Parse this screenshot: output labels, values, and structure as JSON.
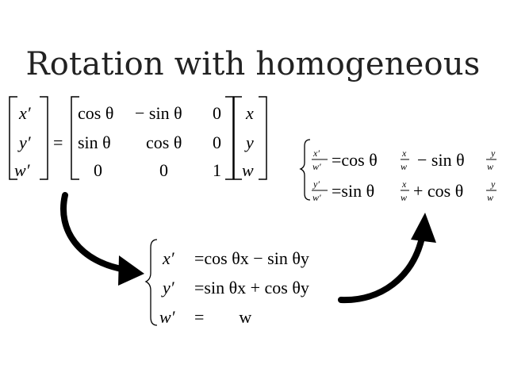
{
  "slide": {
    "title": "Rotation with homogeneous"
  },
  "matrix_equation": {
    "lhs": [
      "x′",
      "y′",
      "w′"
    ],
    "equals": "=",
    "matrix": [
      [
        "cos θ",
        "− sin θ",
        "0"
      ],
      [
        "sin θ",
        "cos θ",
        "0"
      ],
      [
        "0",
        "0",
        "1"
      ]
    ],
    "rhs": [
      "x",
      "y",
      "w"
    ]
  },
  "expanded_system": {
    "lines": [
      {
        "lhs": "x′",
        "rhs": "=cos θx − sin θy"
      },
      {
        "lhs": "y′",
        "rhs": "=sin θx + cos θy"
      },
      {
        "lhs": "w′",
        "rhs": "=        w"
      }
    ]
  },
  "normalized_system": {
    "line1": {
      "frac_num": "x′",
      "frac_den": "w′",
      "eq": "=cos θ",
      "f1_num": "x",
      "f1_den": "w",
      "op": "− sin θ",
      "f2_num": "y",
      "f2_den": "w"
    },
    "line2": {
      "frac_num": "y′",
      "frac_den": "w′",
      "eq": "=sin θ",
      "f1_num": "x",
      "f1_den": "w",
      "op": "+ cos θ",
      "f2_num": "y",
      "f2_den": "w"
    }
  },
  "arrows": [
    "arrow-down-right",
    "arrow-up-right"
  ]
}
